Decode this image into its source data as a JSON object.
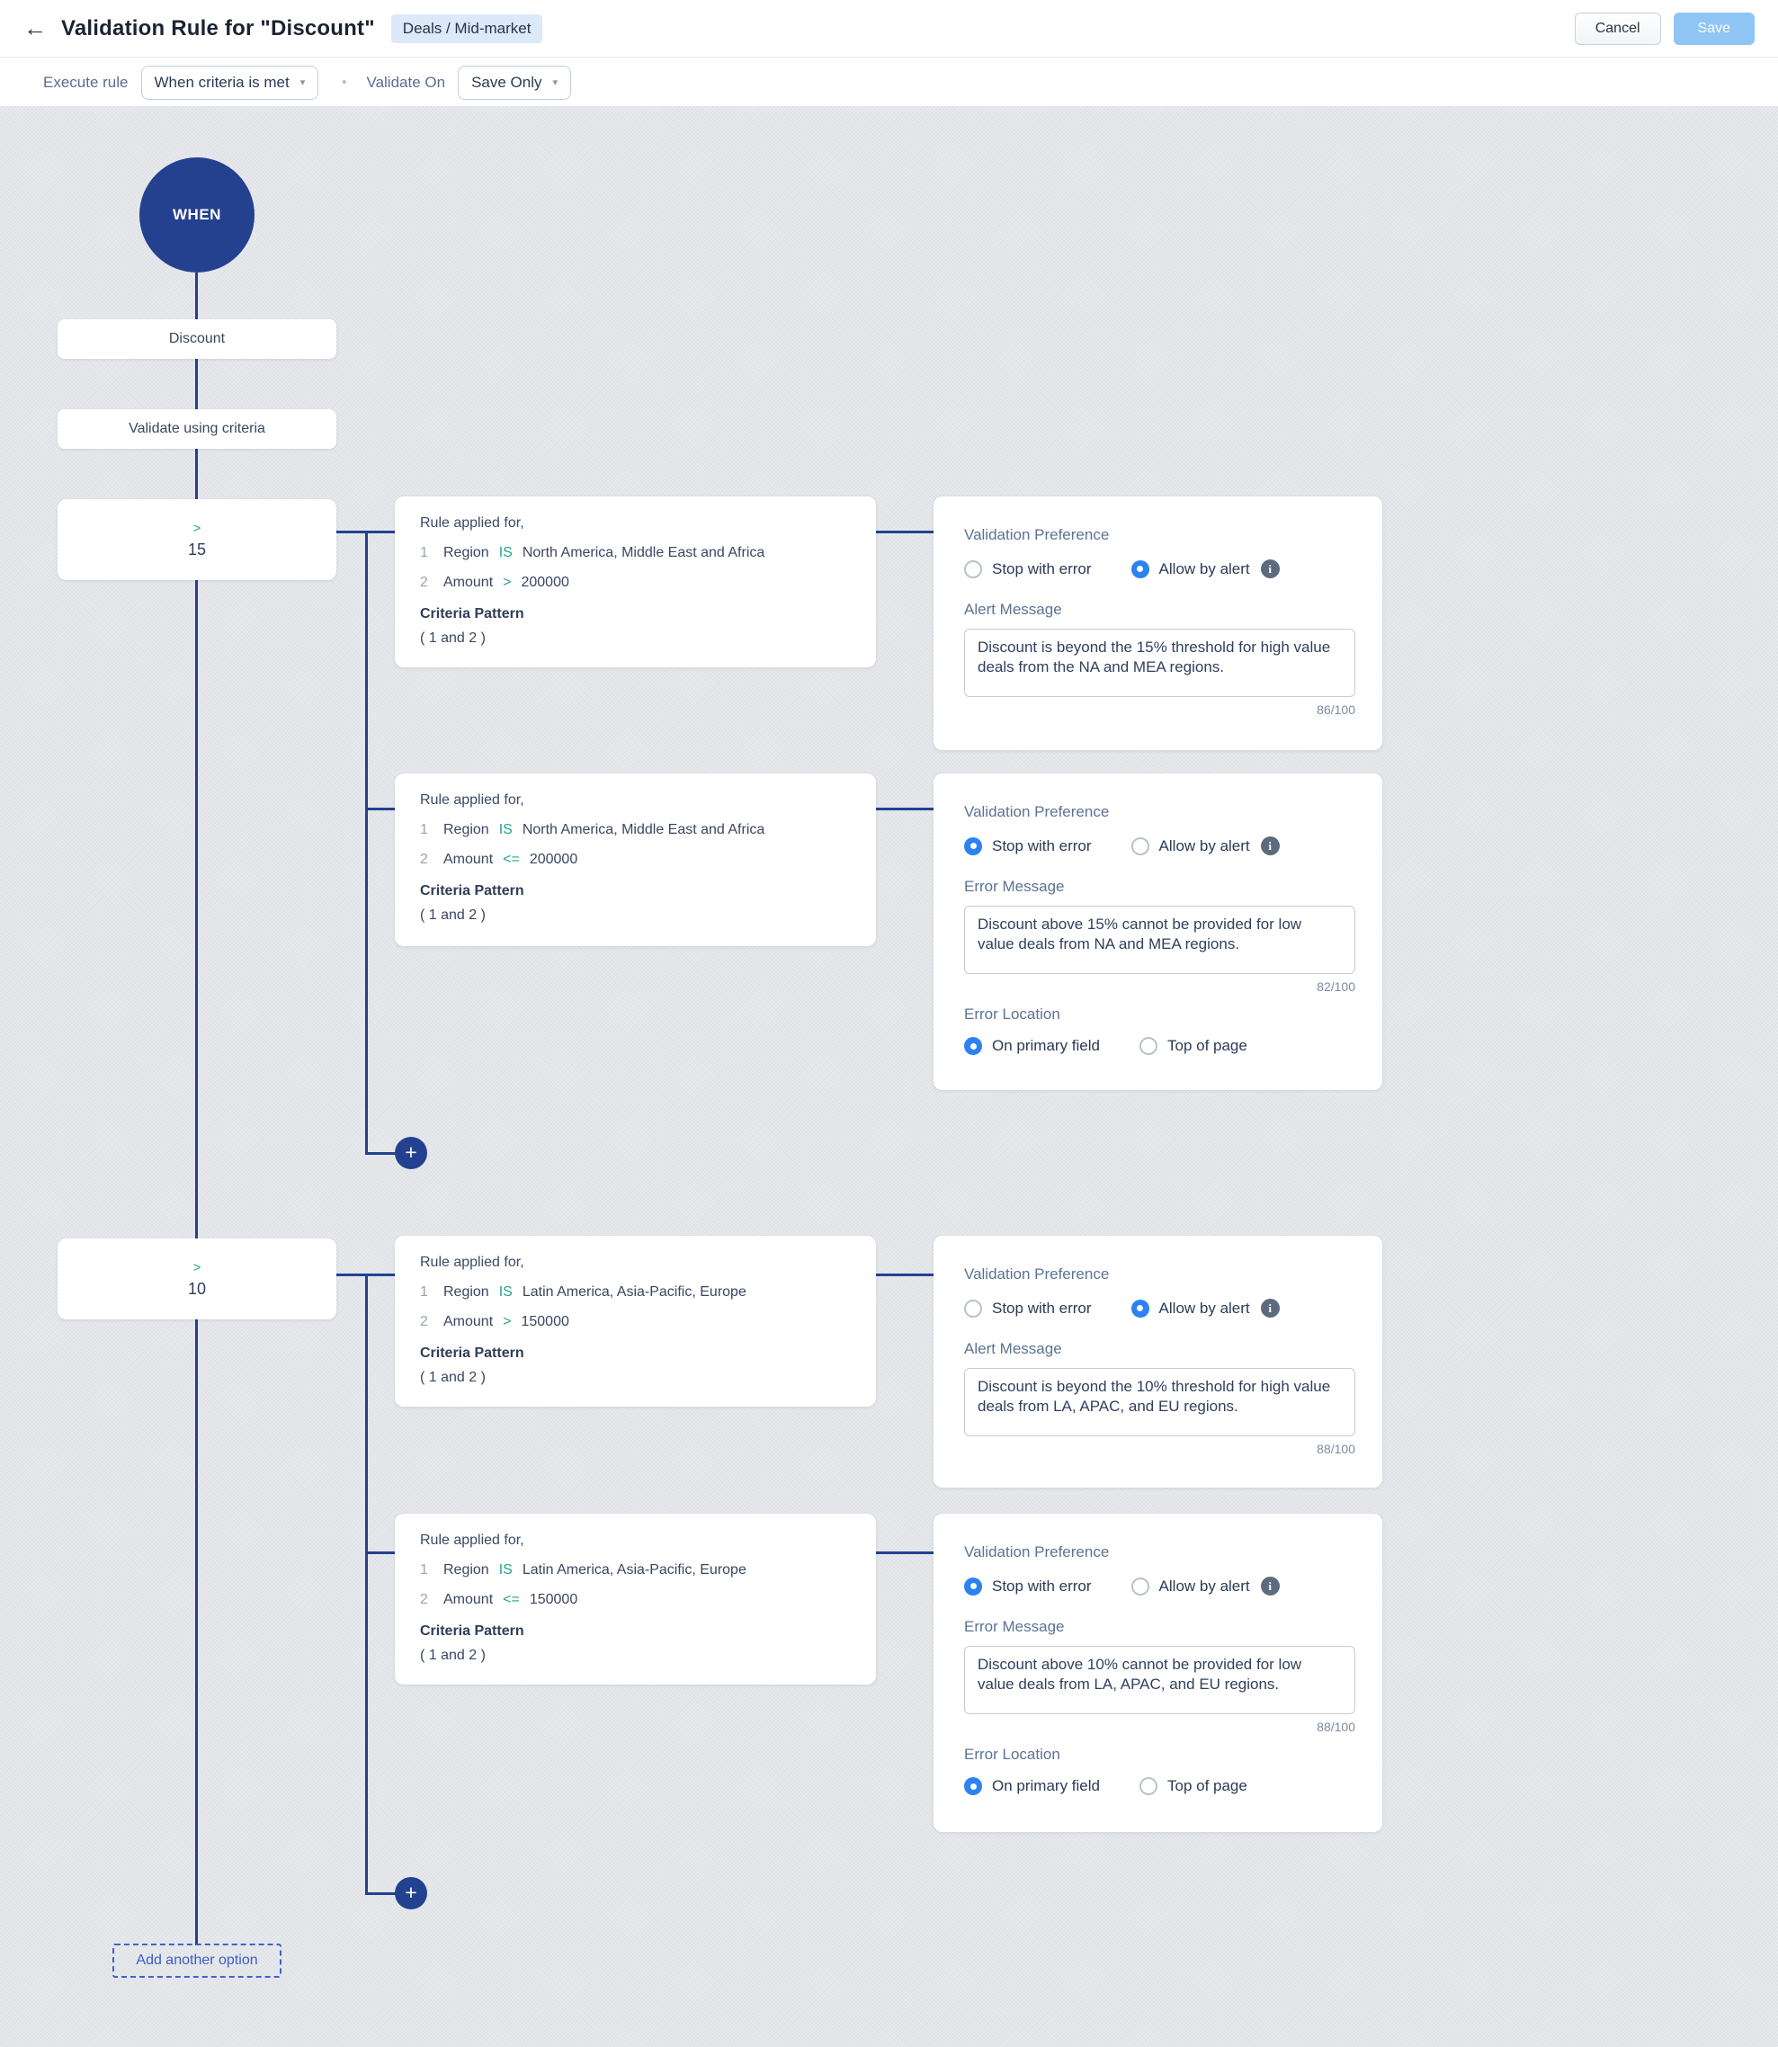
{
  "header": {
    "back_icon": "←",
    "title": "Validation Rule for  \"Discount\"",
    "badge": "Deals / Mid-market",
    "cancel_label": "Cancel",
    "save_label": "Save"
  },
  "toolbar": {
    "execute_rule_label": "Execute rule",
    "execute_rule_value": "When criteria is met",
    "caret": "▾",
    "separator": "•",
    "validate_on_label": "Validate On",
    "validate_on_value": "Save Only"
  },
  "flow": {
    "when_label": "WHEN",
    "field_label": "Discount",
    "validate_label": "Validate using criteria",
    "add_option_label": "Add another option",
    "plus_icon": "+",
    "branches": [
      {
        "operator": ">",
        "value": "15"
      },
      {
        "operator": ">",
        "value": "10"
      }
    ]
  },
  "rules": [
    {
      "title": "Rule applied for,",
      "criteria": [
        {
          "index": "1",
          "field": "Region",
          "operator": "IS",
          "value": "North America, Middle East and Africa"
        },
        {
          "index": "2",
          "field": "Amount",
          "operator": ">",
          "value": "200000"
        }
      ],
      "pattern_label": "Criteria Pattern",
      "pattern": "( 1 and 2 )"
    },
    {
      "title": "Rule applied for,",
      "criteria": [
        {
          "index": "1",
          "field": "Region",
          "operator": "IS",
          "value": "North America, Middle East and Africa"
        },
        {
          "index": "2",
          "field": "Amount",
          "operator": "<=",
          "value": "200000"
        }
      ],
      "pattern_label": "Criteria Pattern",
      "pattern": "( 1 and 2 )"
    },
    {
      "title": "Rule applied for,",
      "criteria": [
        {
          "index": "1",
          "field": "Region",
          "operator": "IS",
          "value": "Latin America, Asia-Pacific, Europe"
        },
        {
          "index": "2",
          "field": "Amount",
          "operator": ">",
          "value": "150000"
        }
      ],
      "pattern_label": "Criteria Pattern",
      "pattern": "( 1 and 2 )"
    },
    {
      "title": "Rule applied for,",
      "criteria": [
        {
          "index": "1",
          "field": "Region",
          "operator": "IS",
          "value": "Latin America, Asia-Pacific, Europe"
        },
        {
          "index": "2",
          "field": "Amount",
          "operator": "<=",
          "value": "150000"
        }
      ],
      "pattern_label": "Criteria Pattern",
      "pattern": "( 1 and 2 )"
    }
  ],
  "preferences": [
    {
      "title": "Validation Preference",
      "stop_label": "Stop with error",
      "alert_label": "Allow by alert",
      "info_icon": "i",
      "stop_checked": false,
      "alert_checked": true,
      "message_label": "Alert Message",
      "message": "Discount is beyond the 15% threshold for high value deals from the NA and MEA regions.",
      "counter": "86/100"
    },
    {
      "title": "Validation Preference",
      "stop_label": "Stop with error",
      "alert_label": "Allow by alert",
      "info_icon": "i",
      "stop_checked": true,
      "alert_checked": false,
      "message_label": "Error Message",
      "message": "Discount above 15% cannot be provided for low value deals from NA and MEA regions.",
      "counter": "82/100",
      "location_label": "Error Location",
      "location_primary_label": "On primary field",
      "location_top_label": "Top of page",
      "primary_checked": true,
      "top_checked": false
    },
    {
      "title": "Validation Preference",
      "stop_label": "Stop with error",
      "alert_label": "Allow by alert",
      "info_icon": "i",
      "stop_checked": false,
      "alert_checked": true,
      "message_label": "Alert Message",
      "message": "Discount is beyond the 10% threshold for high value deals from LA, APAC, and EU regions.",
      "counter": "88/100"
    },
    {
      "title": "Validation Preference",
      "stop_label": "Stop with error",
      "alert_label": "Allow by alert",
      "info_icon": "i",
      "stop_checked": true,
      "alert_checked": false,
      "message_label": "Error Message",
      "message": "Discount above 10% cannot be provided for low value deals from LA, APAC, and EU regions.",
      "counter": "88/100",
      "location_label": "Error Location",
      "location_primary_label": "On primary field",
      "location_top_label": "Top of page",
      "primary_checked": true,
      "top_checked": false
    }
  ],
  "colors": {
    "accent_navy": "#24418f",
    "operator_teal": "#26a48c",
    "radio_blue": "#2b82f0",
    "badge_bg": "#dce9f9",
    "save_disabled": "#8fc5f4",
    "canvas_bg": "#e8eaed"
  }
}
